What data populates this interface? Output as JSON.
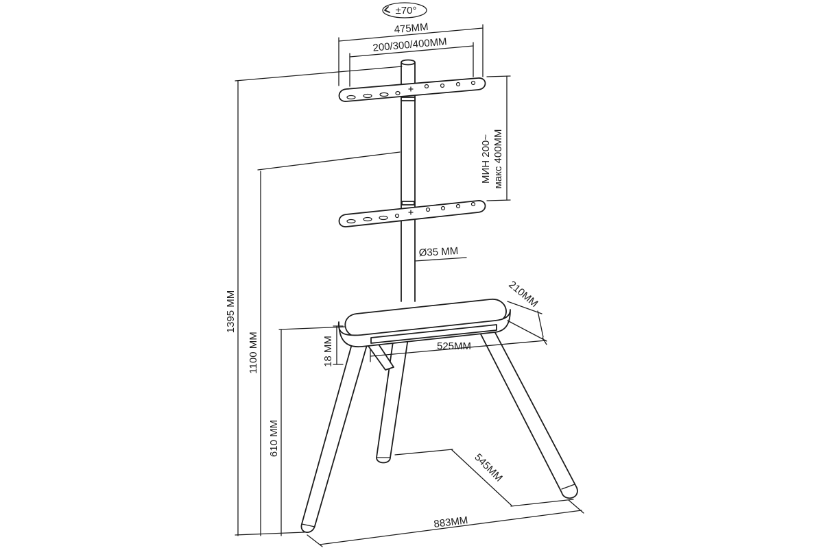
{
  "labels": {
    "rotation": "±70°",
    "bracket_width": "475ММ",
    "vesa": "200/300/400ММ",
    "bracket_spacing_line1": "МИН 200~",
    "bracket_spacing_line2": "макс 400ММ",
    "pole_diameter": "Ø35 ММ",
    "shelf_depth": "210ММ",
    "shelf_width": "525ММ",
    "shelf_thickness": "18 ММ",
    "total_height": "1395 ММ",
    "upper_bracket_height": "1100 ММ",
    "shelf_height": "610 ММ",
    "leg_depth": "545ММ",
    "base_width": "883ММ"
  }
}
